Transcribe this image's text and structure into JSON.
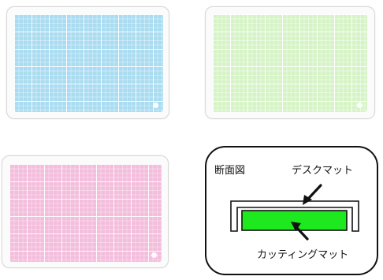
{
  "mats": [
    {
      "color_name": "blue",
      "color": "#aadcf1"
    },
    {
      "color_name": "green",
      "color": "#d6f3c6"
    },
    {
      "color_name": "pink",
      "color": "#f3bddc"
    }
  ],
  "diagram": {
    "title": "断面図",
    "top_label": "デスクマット",
    "bottom_label": "カッティングマット",
    "desk_mat_color": "#ffffff",
    "cutting_mat_color": "#1ee81e",
    "outline_color": "#111111"
  }
}
